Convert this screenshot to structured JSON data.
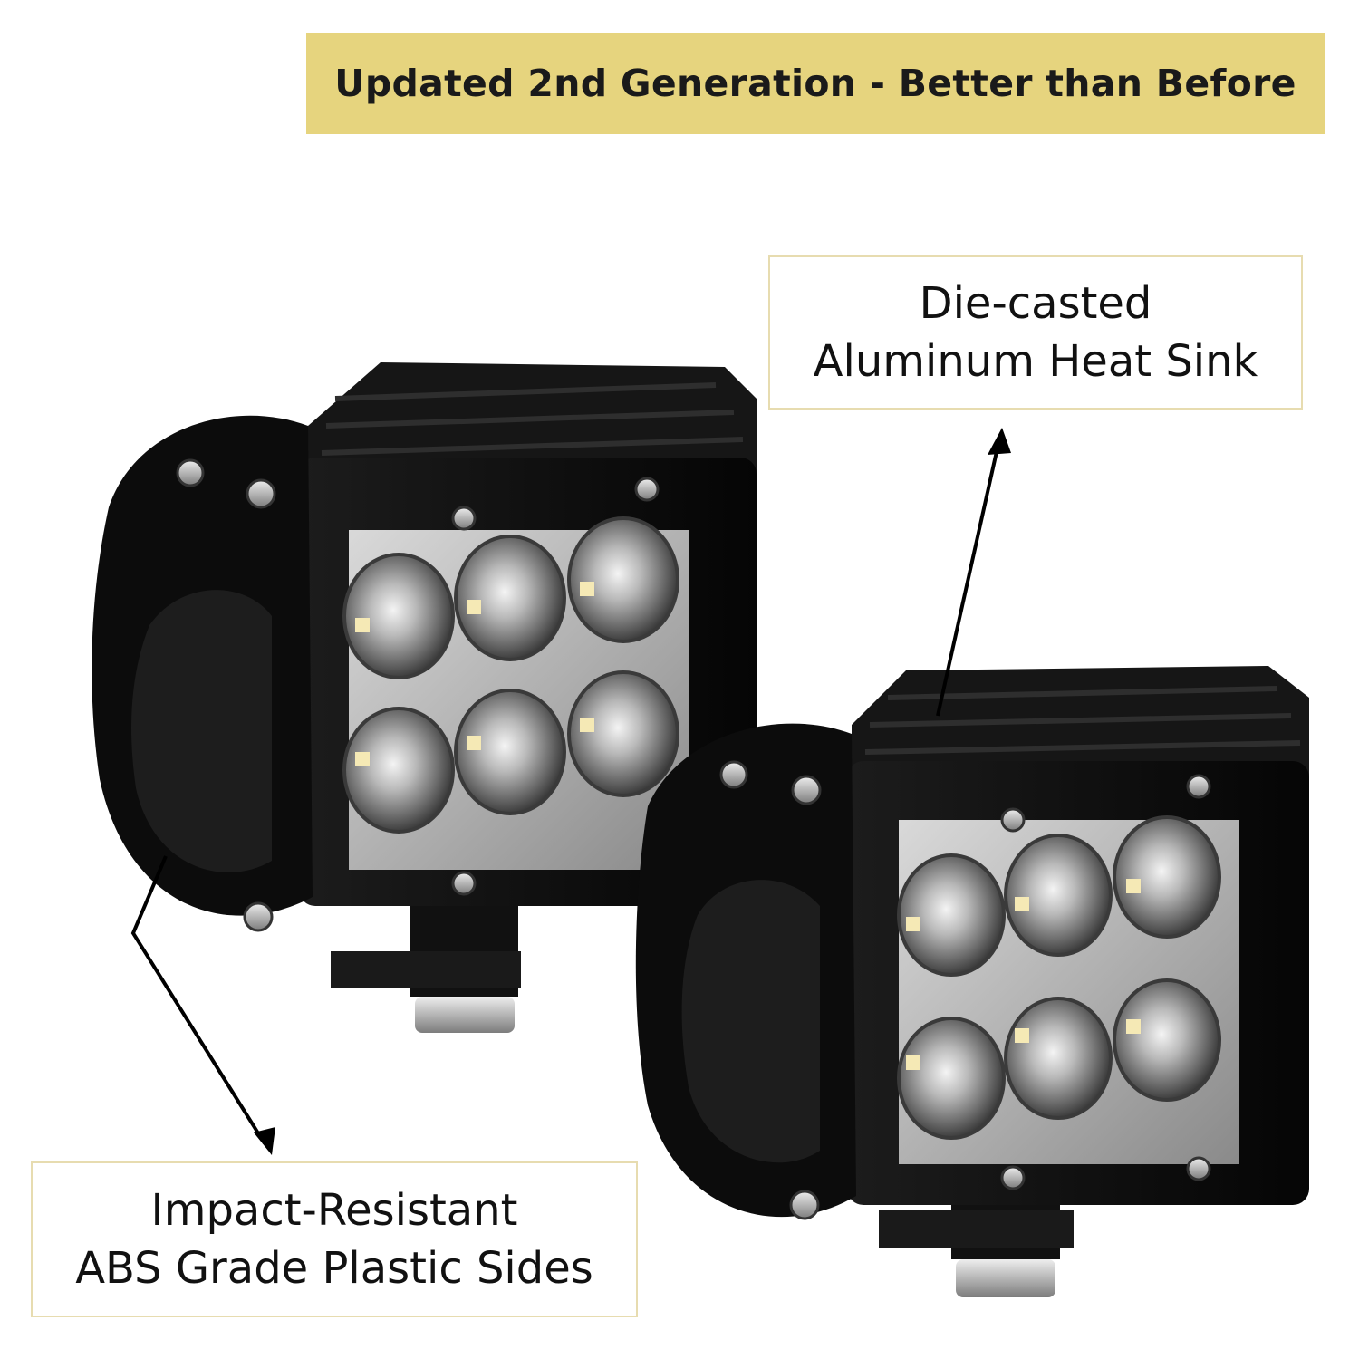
{
  "banner": {
    "text": "Updated 2nd Generation - Better than Before"
  },
  "callouts": {
    "top": {
      "line1": "Die-casted",
      "line2": "Aluminum Heat Sink"
    },
    "bottom": {
      "line1": "Impact-Resistant",
      "line2": "ABS Grade Plastic Sides"
    }
  },
  "colors": {
    "banner_bg": "#e6d47e",
    "callout_border": "#e7dcb0",
    "housing": "#111111"
  }
}
